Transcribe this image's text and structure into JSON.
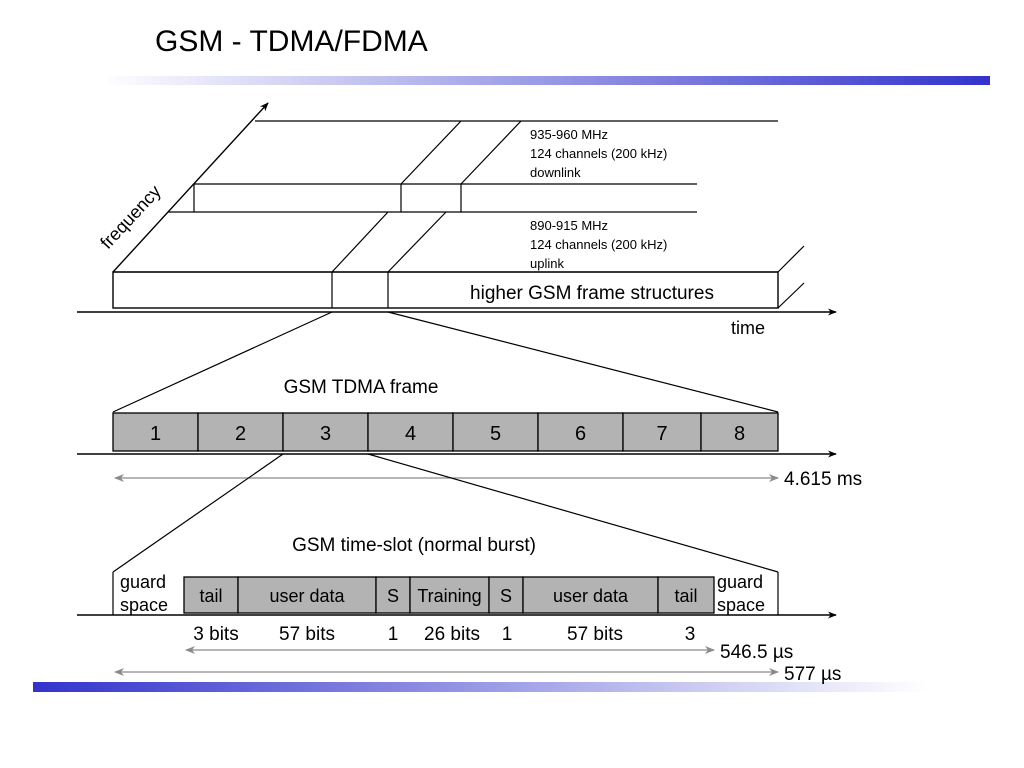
{
  "title": "GSM - TDMA/FDMA",
  "colors": {
    "bar_dark": "#3333cc",
    "bar_light": "#ffffff",
    "slot_fill": "#b3b3b3"
  },
  "fdma": {
    "frequency_label": "frequency",
    "time_label": "time",
    "downlink": {
      "band": "935-960 MHz",
      "channels": "124 channels (200 kHz)",
      "direction": "downlink"
    },
    "uplink": {
      "band": "890-915 MHz",
      "channels": "124 channels (200 kHz)",
      "direction": "uplink"
    },
    "higher_frame_label": "higher GSM frame structures"
  },
  "tdma": {
    "frame_label": "GSM TDMA frame",
    "slots": [
      "1",
      "2",
      "3",
      "4",
      "5",
      "6",
      "7",
      "8"
    ],
    "duration": "4.615 ms"
  },
  "burst": {
    "label": "GSM time-slot (normal burst)",
    "guard_left": [
      "guard",
      "space"
    ],
    "guard_right": [
      "guard",
      "space"
    ],
    "fields": [
      "tail",
      "user data",
      "S",
      "Training",
      "S",
      "user data",
      "tail"
    ],
    "bits": [
      "3 bits",
      "57 bits",
      "1",
      "26 bits",
      "1",
      "57 bits",
      "3"
    ],
    "burst_duration": "546.5 µs",
    "slot_duration": "577 µs"
  }
}
